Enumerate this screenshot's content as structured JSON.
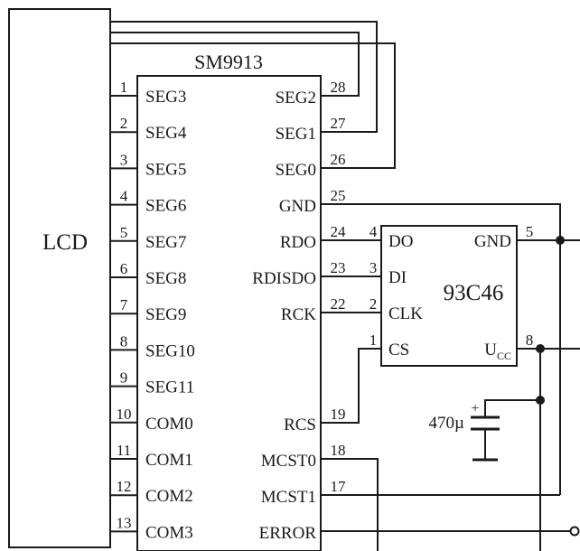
{
  "lcd": {
    "label": "LCD"
  },
  "ic1": {
    "name": "SM9913",
    "left_pins": [
      {
        "num": "1",
        "label": "SEG3"
      },
      {
        "num": "2",
        "label": "SEG4"
      },
      {
        "num": "3",
        "label": "SEG5"
      },
      {
        "num": "4",
        "label": "SEG6"
      },
      {
        "num": "5",
        "label": "SEG7"
      },
      {
        "num": "6",
        "label": "SEG8"
      },
      {
        "num": "7",
        "label": "SEG9"
      },
      {
        "num": "8",
        "label": "SEG10"
      },
      {
        "num": "9",
        "label": "SEG11"
      },
      {
        "num": "10",
        "label": "COM0"
      },
      {
        "num": "11",
        "label": "COM1"
      },
      {
        "num": "12",
        "label": "COM2"
      },
      {
        "num": "13",
        "label": "COM3"
      }
    ],
    "right_pins": [
      {
        "num": "28",
        "label": "SEG2"
      },
      {
        "num": "27",
        "label": "SEG1"
      },
      {
        "num": "26",
        "label": "SEG0"
      },
      {
        "num": "25",
        "label": "GND"
      },
      {
        "num": "24",
        "label": "RDO"
      },
      {
        "num": "23",
        "label": "RDISDO"
      },
      {
        "num": "22",
        "label": "RCK"
      },
      {
        "num": "19",
        "label": "RCS"
      },
      {
        "num": "18",
        "label": "MCST0"
      },
      {
        "num": "17",
        "label": "MCST1"
      },
      {
        "num": "",
        "label": "ERROR"
      }
    ]
  },
  "ic2": {
    "name": "93C46",
    "left_pins": [
      {
        "num": "4",
        "label": "DO"
      },
      {
        "num": "3",
        "label": "DI"
      },
      {
        "num": "2",
        "label": "CLK"
      },
      {
        "num": "1",
        "label": "CS"
      }
    ],
    "right_pins": [
      {
        "num": "5",
        "label": "GND"
      },
      {
        "num": "8",
        "label": "U",
        "sub": "CC"
      }
    ]
  },
  "capacitor": {
    "value": "470µ",
    "polarity": "+"
  }
}
